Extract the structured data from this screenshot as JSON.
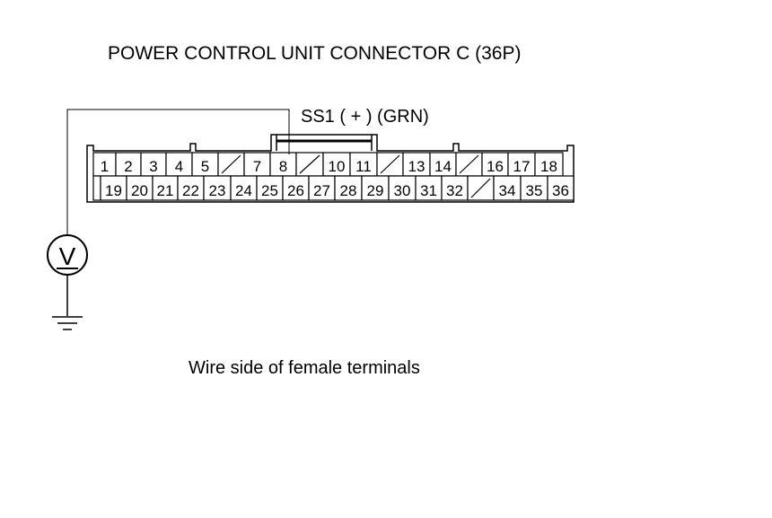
{
  "title": "POWER CONTROL UNIT CONNECTOR C (36P)",
  "probe_label": "SS1 ( + ) (GRN)",
  "caption": "Wire side of female terminals",
  "meter_symbol": "V",
  "ground_symbol": "ground-icon",
  "connector": {
    "top_row": [
      "1",
      "2",
      "3",
      "4",
      "5",
      "",
      "7",
      "8",
      "",
      "10",
      "11",
      "",
      "13",
      "14",
      "",
      "16",
      "17",
      "18"
    ],
    "bottom_row": [
      "",
      "19",
      "20",
      "21",
      "22",
      "23",
      "24",
      "25",
      "26",
      "27",
      "28",
      "29",
      "30",
      "31",
      "32",
      "",
      "34",
      "35",
      "36"
    ],
    "probed_terminal": "8"
  }
}
